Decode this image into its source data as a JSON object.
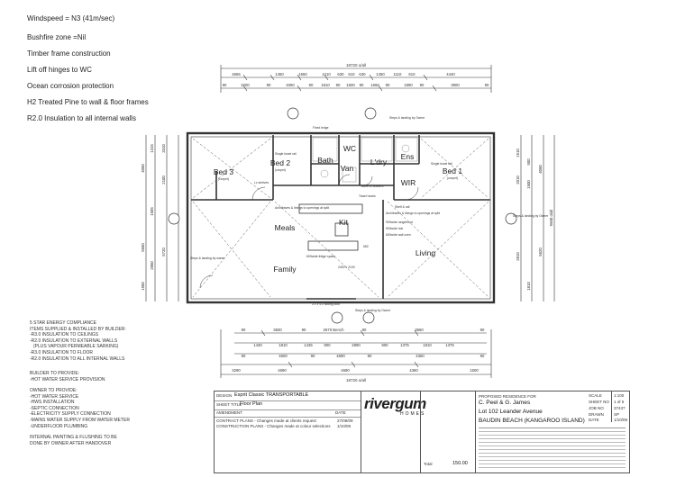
{
  "notes": [
    "Windspeed = N3 (41m/sec)",
    "Bushfire zone =Nil",
    "Timber frame construction",
    "Lift off hinges to WC",
    "Ocean corrosion protection",
    "H2 Treated Pine to wall & floor frames",
    "R2.0 Insulation to all internal walls"
  ],
  "energy": {
    "heading": "5 STAR ENERGY COMPLIANCE",
    "heading2": "ITEMS SUPPLIED & INSTALLED BY BUILDER:",
    "items": [
      "-R3.0 INSULATION TO CEILINGS",
      "-R2.0 INSULATION TO EXTERNAL WALLS",
      "(PLUS VAPOUR PERMEABLE SARKING)",
      "-R3.0 INSULATION TO FLOOR",
      "-R2.0 INSULATION TO ALL INTERNAL WALLS"
    ]
  },
  "builder": {
    "heading": "BUILDER TO PROVIDE:",
    "items": [
      "-HOT WATER SERVICE PROVISION"
    ]
  },
  "owner": {
    "heading": "OWNER TO PROVIDE:",
    "items": [
      "-HOT WATER SERVICE",
      "-HWS INSTALLATION",
      "-SEPTIC CONNECTION",
      "-ELECTRICITY SUPPLY CONNECTION",
      "-MAINS WATER SUPPLY FROM WATER METER",
      "-UNDERFLOOR PLUMBING"
    ]
  },
  "internal": [
    "INTERNAL PAINTING & FLUSHING TO BE",
    "DONE BY OWNER AFTER HANDOVER"
  ],
  "rooms": {
    "bed3": "Bed 3",
    "bed3_sub": "(carpet)",
    "bed2": "Bed 2",
    "bed2_sub": "(carpet)",
    "bath": "Bath",
    "wc": "WC",
    "van": "Van",
    "ldry": "L'dry",
    "ens": "Ens",
    "wir": "WIR",
    "bed1": "Bed 1",
    "bed1_sub": "(carpet)",
    "kit": "Kit",
    "meals": "Meals",
    "family": "Family",
    "living": "Living"
  },
  "annotations": {
    "single_towel_a": "Single towel rail",
    "single_towel_b": "Single towel rail",
    "lx_shelves": "Lx shelves",
    "fixed_ledge": "Fixed ledge",
    "steps_a": "Steps & landing by Owner",
    "steps_b": "Steps & landing by owner",
    "steps_c": "Steps & landing by Owner",
    "steps_d": "Steps & landing by Owner",
    "arch_meals": "Architraves & linings to openings at split",
    "arch_living": "Architraves & linings to openings at split",
    "shelf_rail": "Shelf & rail",
    "bank_drawers": "Bank of drawers",
    "towel_hooks": "Towel hooks",
    "fridge_space": "600wide fridge space",
    "rangehood": "900wide rangehood",
    "hob": "900wide hob",
    "wall_oven": "600wide wall oven",
    "dim_650": "650",
    "dim_2400": "2400 x 2100",
    "sliding_door": "2.1 x 4.0 sliding door"
  },
  "dims_top": {
    "overall": "18720 o/all",
    "row1": [
      "4665",
      "1450",
      "1650",
      "1210",
      "630",
      "610",
      "630",
      "1450",
      "1110",
      "610",
      "4440"
    ],
    "row2": [
      "90",
      "3200",
      "90",
      "4060",
      "90",
      "1810",
      "90",
      "1500",
      "90",
      "1650",
      "90",
      "1890",
      "90",
      "3900",
      "90"
    ]
  },
  "dims_bottom": {
    "row1": [
      "90",
      "3830",
      "90",
      "2670 Bench",
      "90",
      "3560",
      "90"
    ],
    "row2": [
      "1430",
      "1810",
      "1435",
      "900",
      "2890",
      "900",
      "1375",
      "1810",
      "1375"
    ],
    "row3": [
      "90",
      "4600",
      "90",
      "4690",
      "90",
      "4360",
      "90"
    ],
    "row4": [
      "3290",
      "4690",
      "4690",
      "4360",
      "1500"
    ],
    "overall": "18720 o/all"
  },
  "dims_left": [
    "4060",
    "1315",
    "2100",
    "3310",
    "1505",
    "5660",
    "2860",
    "5720",
    "1500"
  ],
  "dims_right": [
    "1510",
    "2010",
    "900",
    "1500",
    "4060",
    "9660 o/all",
    "2810",
    "5620",
    "1810"
  ],
  "title_block": {
    "design_label": "DESIGN",
    "design_value": "Esprit Classic TRANSPORTABLE",
    "sheet_label": "SHEET TITLE",
    "sheet_value": "Floor Plan",
    "amend_label": "AMENDMENT",
    "date_label": "DATE",
    "amend1": "CONTRACT PLANS - Changes made at clients request",
    "amend1_date": "27/08/09",
    "amend2": "CONSTRUCTION PLANS - Changes made at colour selections",
    "amend2_date": "1/10/09",
    "company": "rivergum",
    "company_sub": "HOMES",
    "area": "150.00",
    "total_label": "Total",
    "proposed_label": "PROPOSED RESIDENCE FOR",
    "client": "C. Peel & G. James",
    "lot": "Lot 102 Leander Avenue",
    "location": "BAUDIN BEACH (KANGAROO ISLAND)",
    "scale_label": "SCALE",
    "scale_value": "1:100",
    "sheet_no_label": "SHEET NO",
    "sheet_no_value": "1 of 5",
    "job_label": "JOB NO",
    "job_value": "37437",
    "drawn_label": "DRAWN",
    "drawn_value": "SP",
    "date2_label": "DATE",
    "date2_value": "1/10/09"
  },
  "colors": {
    "line": "#333333",
    "hatch": "#888888",
    "text": "#222222",
    "logo": "#222222"
  }
}
